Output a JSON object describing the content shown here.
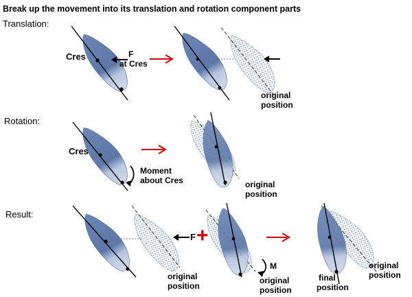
{
  "title": "Break up the movement into its translation and rotation component parts",
  "sections": {
    "translation": "Translation:",
    "rotation": "Rotation:",
    "result": "Result:"
  },
  "labels": {
    "cres": "Cres",
    "force": "F",
    "at_cres": "at Cres",
    "moment": "Moment",
    "about_cres": "about Cres",
    "original": "original",
    "position": "position",
    "m": "M",
    "final": "final",
    "plus": "+"
  },
  "colors": {
    "tooth_fill": "#7b93bc",
    "tooth_light": "#c7d2e6",
    "ghost": "#8fa3c4",
    "arrow_red": "#d40000",
    "black": "#000000"
  }
}
